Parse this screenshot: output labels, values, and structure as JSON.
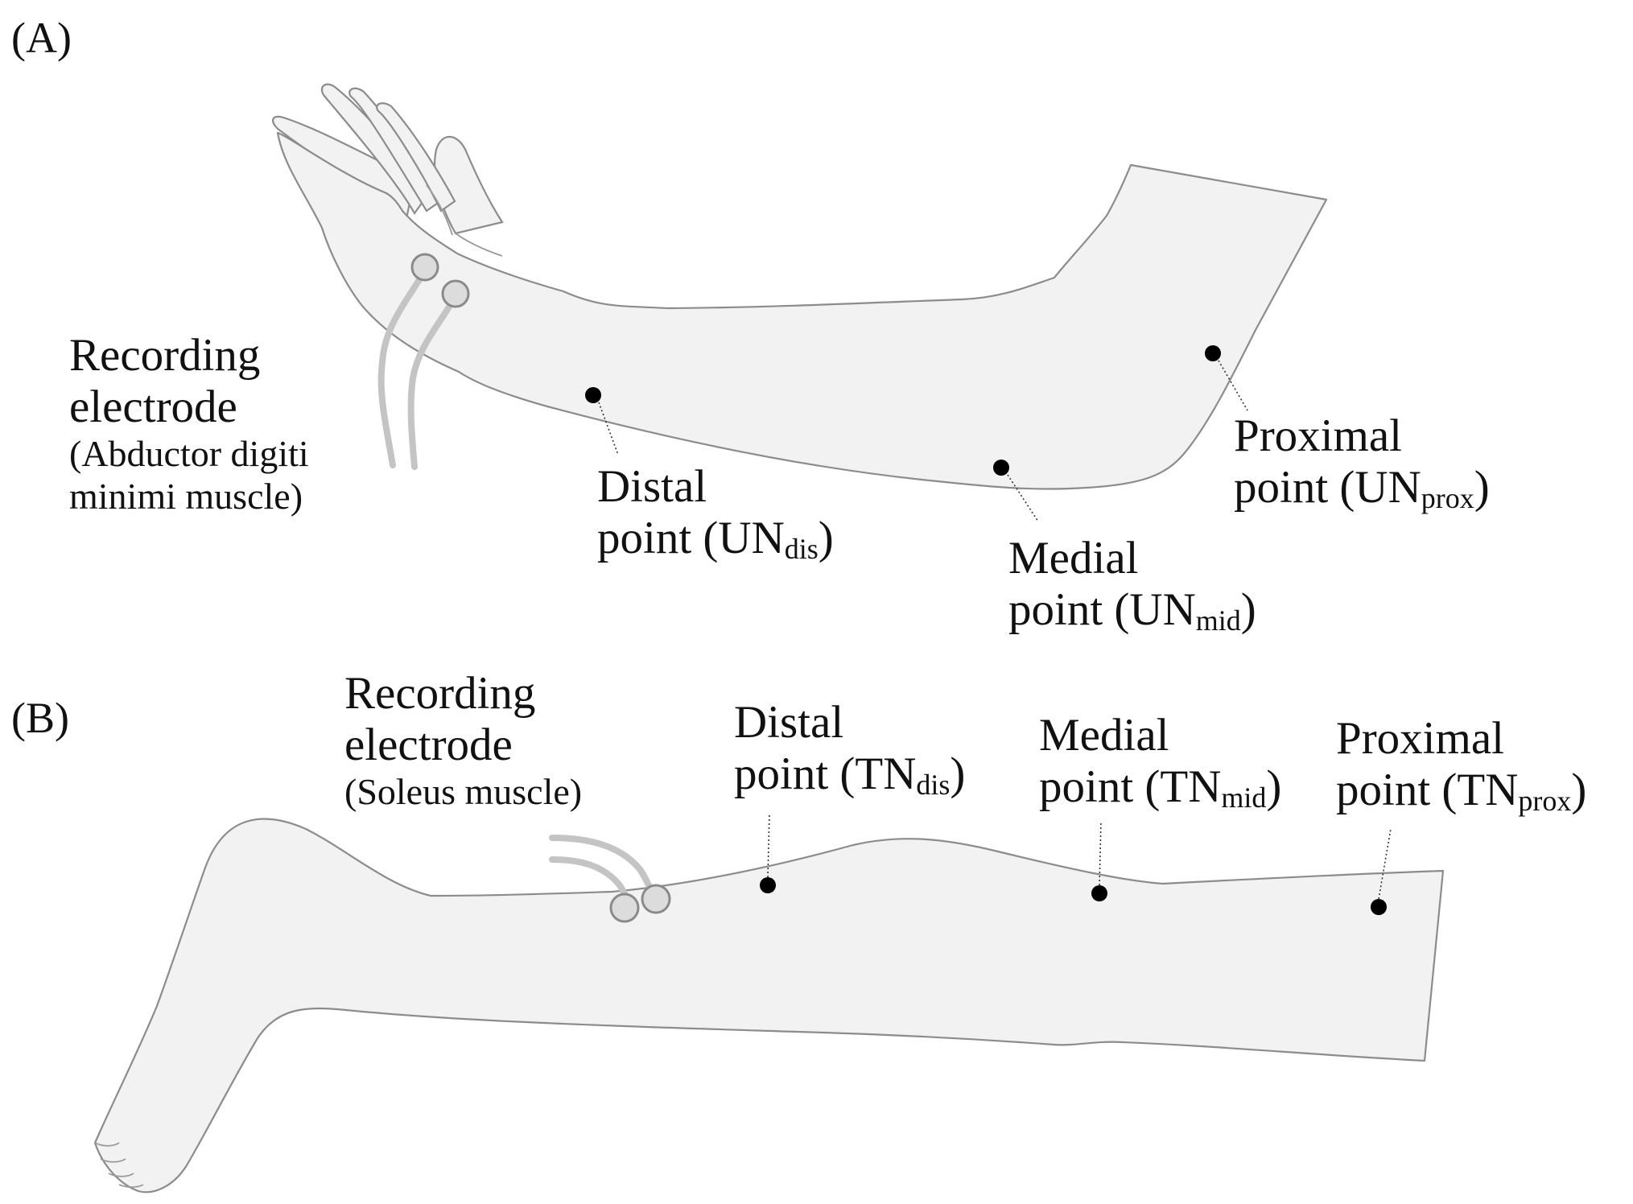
{
  "panel_a": {
    "label": "(A)",
    "recording": {
      "line1": "Recording",
      "line2": "electrode",
      "line3": "(Abductor digiti",
      "line4": "minimi muscle)"
    },
    "distal": {
      "line1": "Distal",
      "prefix": "point (UN",
      "sub": "dis",
      "suffix": ")"
    },
    "medial": {
      "line1": "Medial",
      "prefix": "point (UN",
      "sub": "mid",
      "suffix": ")"
    },
    "proximal": {
      "line1": "Proximal",
      "prefix": "point (UN",
      "sub": "prox",
      "suffix": ")"
    }
  },
  "panel_b": {
    "label": "(B)",
    "recording": {
      "line1": "Recording",
      "line2": "electrode",
      "line3": "(Soleus muscle)"
    },
    "distal": {
      "line1": "Distal",
      "prefix": "point (TN",
      "sub": "dis",
      "suffix": ")"
    },
    "medial": {
      "line1": "Medial",
      "prefix": "point (TN",
      "sub": "mid",
      "suffix": ")"
    },
    "proximal": {
      "line1": "Proximal",
      "prefix": "point (TN",
      "sub": "prox",
      "suffix": ")"
    }
  },
  "colors": {
    "skin": "#f2f2f2",
    "outline": "#8c8c8c",
    "electrode": "#dcdcdc",
    "stimulation_point": "#000000"
  }
}
